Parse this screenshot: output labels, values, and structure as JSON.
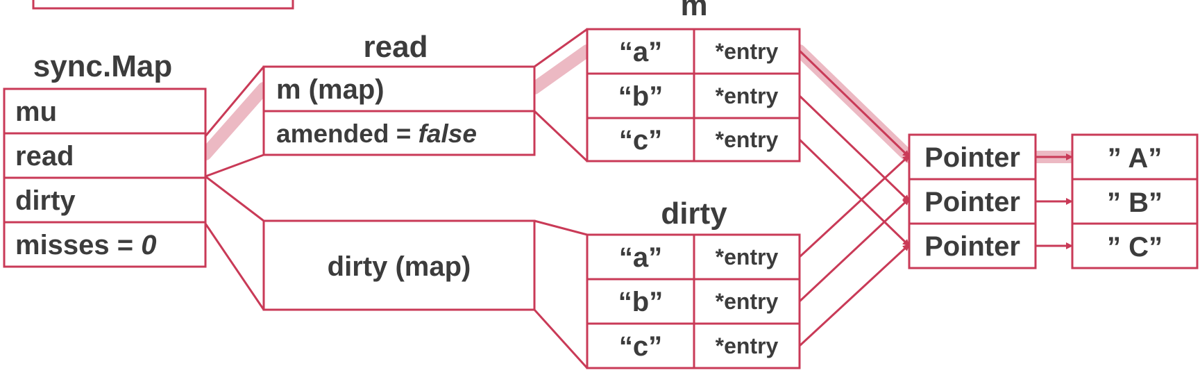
{
  "syncmap": {
    "title": "sync.Map",
    "fields": [
      "mu",
      "read",
      "dirty",
      "misses = "
    ],
    "misses_value": "0"
  },
  "read": {
    "title": "read",
    "m_label": "m  (map)",
    "amended_label": "amended  = ",
    "amended_value": "false"
  },
  "m_table": {
    "title": "m",
    "keys": [
      "“a”",
      "“b”",
      "“c”"
    ],
    "values": [
      "*entry",
      "*entry",
      "*entry"
    ]
  },
  "dirty_box": {
    "label": "dirty (map)"
  },
  "dirty_table": {
    "title": "dirty",
    "keys": [
      "“a”",
      "“b”",
      "“c”"
    ],
    "values": [
      "*entry",
      "*entry",
      "*entry"
    ]
  },
  "pointers": [
    "Pointer",
    "Pointer",
    "Pointer"
  ],
  "values": [
    "” A”",
    "” B”",
    "” C”"
  ],
  "colors": {
    "stroke": "#c93a57",
    "highlight": "#eab1bd",
    "text": "#3c3c3c"
  }
}
